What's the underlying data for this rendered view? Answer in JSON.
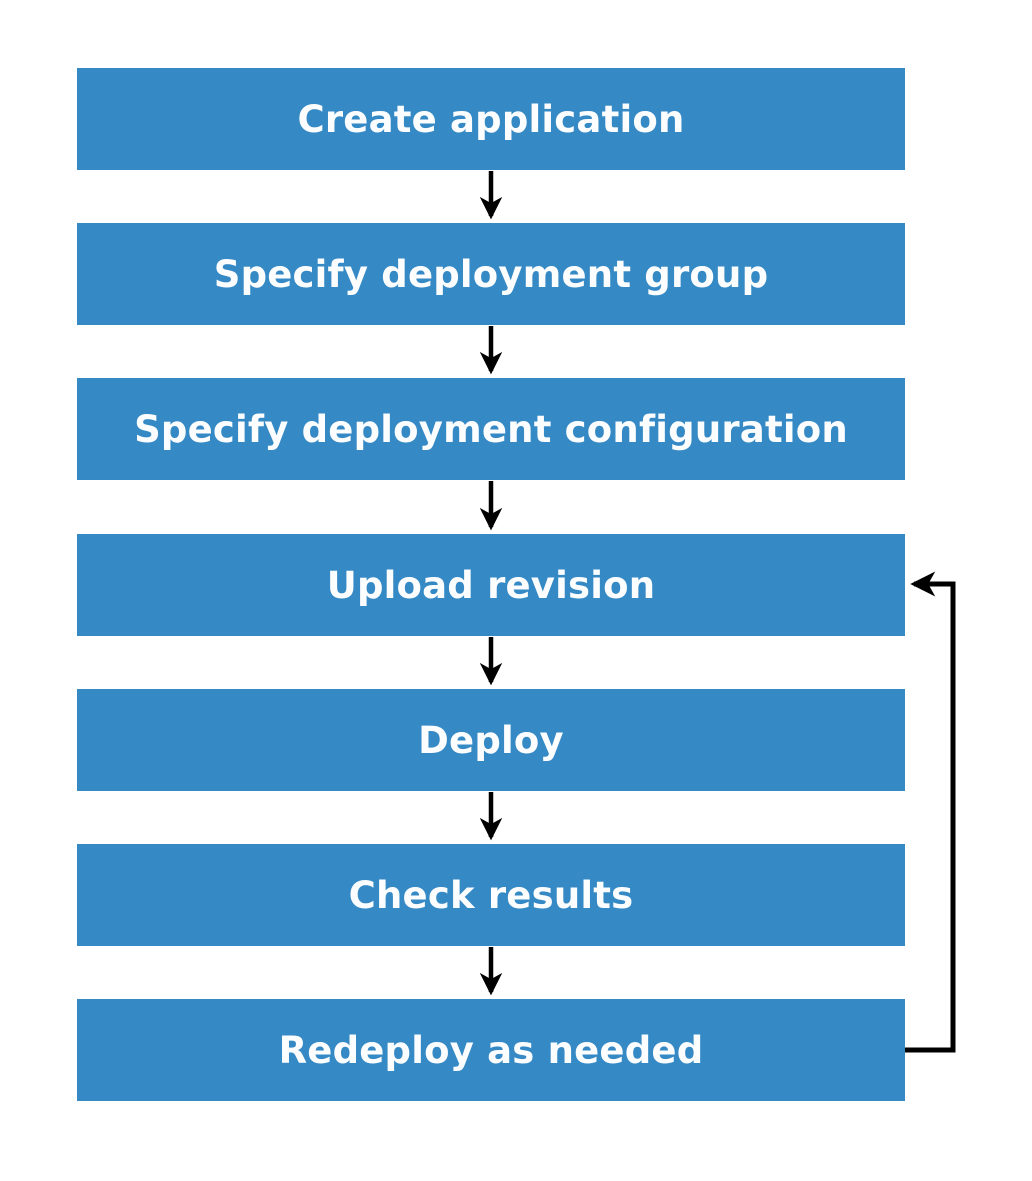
{
  "diagram": {
    "type": "flowchart",
    "direction": "top-to-bottom",
    "steps": [
      {
        "label": "Create application"
      },
      {
        "label": "Specify deployment group"
      },
      {
        "label": "Specify deployment configuration"
      },
      {
        "label": "Upload revision"
      },
      {
        "label": "Deploy"
      },
      {
        "label": "Check results"
      },
      {
        "label": "Redeploy as needed"
      }
    ],
    "connections": [
      {
        "from": "Create application",
        "to": "Specify deployment group"
      },
      {
        "from": "Specify deployment group",
        "to": "Specify deployment configuration"
      },
      {
        "from": "Specify deployment configuration",
        "to": "Upload revision"
      },
      {
        "from": "Upload revision",
        "to": "Deploy"
      },
      {
        "from": "Deploy",
        "to": "Check results"
      },
      {
        "from": "Check results",
        "to": "Redeploy as needed"
      },
      {
        "from": "Redeploy as needed",
        "to": "Upload revision",
        "style": "feedback-loop-right"
      }
    ],
    "colors": {
      "box": "#3589c5",
      "text": "#fcfdfe",
      "arrow": "#000000",
      "background": "#ffffff"
    }
  }
}
